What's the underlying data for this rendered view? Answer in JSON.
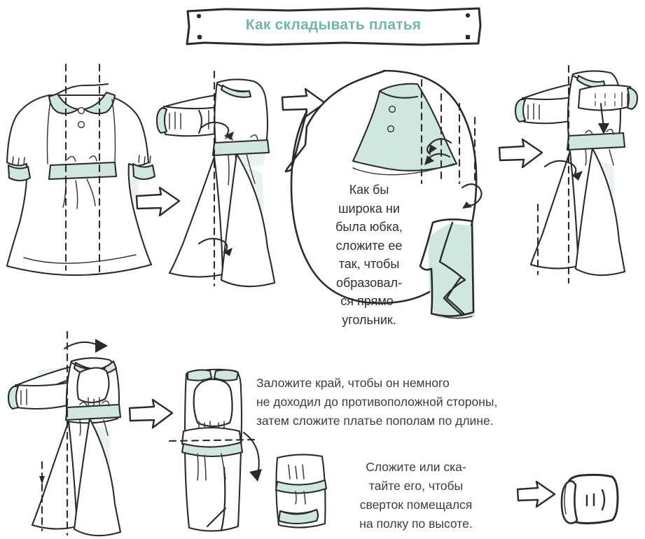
{
  "page": {
    "title": "Как складывать платья",
    "language": "ru",
    "background_color": "#ffffff",
    "accent_color": "#6fb7aa",
    "ink_color": "#2b2b2b",
    "cloth_fill_color": "#cfe7de",
    "shade_color": "#eaf2ef"
  },
  "banner": {
    "label": "Как складывать платья",
    "text_color": "#6fb7aa",
    "corner_dots": 4
  },
  "callout": {
    "lines": [
      "Как бы",
      "широка ни",
      "была юбка,",
      "сложите ее",
      "так, чтобы",
      "образовал-",
      "ся прямо-",
      "угольник."
    ]
  },
  "mid_instruction": {
    "lines": [
      "Заложите край, чтобы он немного",
      "не доходил до противоположной стороны,",
      "затем сложите платье пополам по длине."
    ]
  },
  "bottom_instruction": {
    "lines": [
      "Сложите или ска-",
      "тайте его, чтобы",
      "сверток помещался",
      "на полку по высоте."
    ]
  },
  "steps": [
    {
      "id": "step-1",
      "name": "dress-flat-with-fold-lines",
      "description": "Платье разложено, две вертикальные пунктирные линии сгиба"
    },
    {
      "id": "step-2",
      "name": "dress-folded-lengthwise",
      "description": "Платье сложено вдоль, рукава вытянуты в сторону"
    },
    {
      "id": "step-3",
      "name": "wide-skirt-callout",
      "description": "Широкая юбка складывается в прямоугольник"
    },
    {
      "id": "step-4",
      "name": "folded-rectangle-result",
      "description": "Получившийся прямоугольник"
    },
    {
      "id": "step-5",
      "name": "dress-sleeve-folded-down",
      "description": "Рукав заложен вниз"
    },
    {
      "id": "step-6",
      "name": "dress-turn-over",
      "description": "Платье переворачивается"
    },
    {
      "id": "step-7",
      "name": "narrow-strip-fold-half",
      "description": "Узкая полоса складывается пополам"
    },
    {
      "id": "step-8",
      "name": "folded-bundle",
      "description": "Сложенный сверток"
    },
    {
      "id": "step-9",
      "name": "rolled-bundle",
      "description": "Скатанный сверток"
    }
  ],
  "arrows": [
    {
      "id": "arrow-1",
      "direction": "right"
    },
    {
      "id": "arrow-2",
      "direction": "right"
    },
    {
      "id": "arrow-3",
      "direction": "right"
    },
    {
      "id": "arrow-4",
      "direction": "right"
    },
    {
      "id": "arrow-5",
      "direction": "right"
    },
    {
      "id": "arrow-6",
      "direction": "right"
    }
  ]
}
